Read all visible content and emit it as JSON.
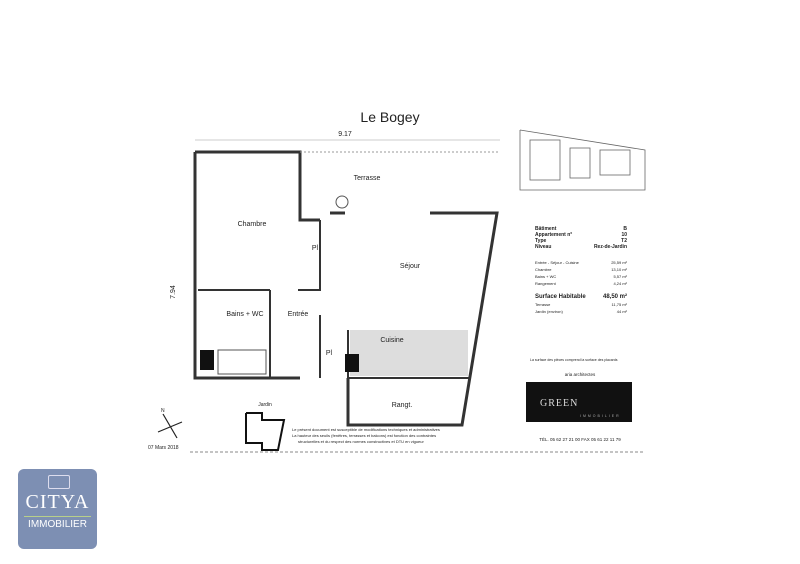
{
  "plan": {
    "title": "Le Bogey",
    "width_dim": "9.17",
    "height_dim": "7.94",
    "rooms": {
      "terrasse": "Terrasse",
      "chambre": "Chambre",
      "placard1": "Pl",
      "sejour": "Séjour",
      "bains": "Bains + WC",
      "entree": "Entrée",
      "placard2": "Pl",
      "cuisine": "Cuisine",
      "rangement": "Rangt.",
      "jardin": "Jardin"
    },
    "date": "07 Mars 2018",
    "north": "N"
  },
  "info": {
    "rows": [
      {
        "label": "Bâtiment",
        "value": "B"
      },
      {
        "label": "Appartement n°",
        "value": "10"
      },
      {
        "label": "Type",
        "value": "T2"
      },
      {
        "label": "Niveau",
        "value": "Rez-de-Jardin"
      }
    ],
    "surfaces": [
      {
        "label": "Entrée - Séjour - Cuisine",
        "value": "25,59 m²"
      },
      {
        "label": "Chambre",
        "value": "13,10 m²"
      },
      {
        "label": "Bains + WC",
        "value": "5,57 m²"
      },
      {
        "label": "Rangement",
        "value": "4,24 m²"
      }
    ],
    "total": {
      "label": "Surface Habitable",
      "value": "48,50 m²"
    },
    "extras": [
      {
        "label": "Terrasse",
        "value": "11,75 m²"
      },
      {
        "label": "Jardin (environ)",
        "value": "44 m²"
      }
    ],
    "note": "La surface des pièces comprend la surface des placards",
    "architect": "aria architectes",
    "promoter": "GREEN",
    "promoter_sub": "IMMOBILIER",
    "phone": "TÉL. 05 62 27 21 00  FAX 05 61 22 11 79"
  },
  "disclaimer": [
    "Le présent document est susceptible de modifications techniques et administratives",
    "La hauteur des seuils (fenêtres, terrasses et balcons) est fonction des contraintes",
    "structurelles et du respect des normes constructives et DTU en vigueur"
  ],
  "logo": {
    "brand": "CITYA",
    "sub": "IMMOBILIER",
    "colors": {
      "bg": "#7d8fb3",
      "accent": "#b8d08a"
    }
  }
}
